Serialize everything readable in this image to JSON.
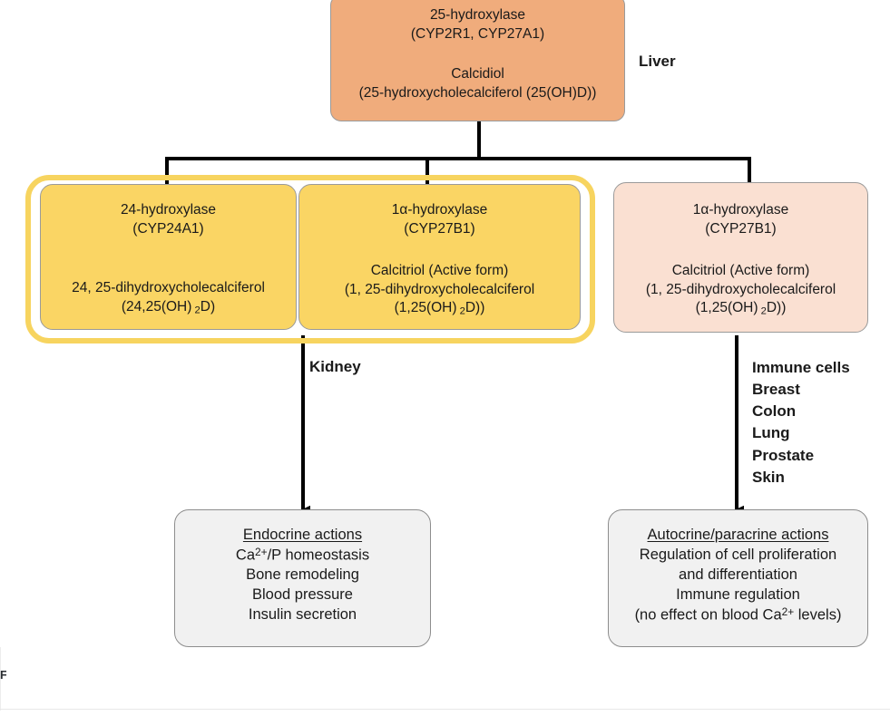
{
  "diagram": {
    "title_semantic": "vitamin-d-metabolism-pathway",
    "colors": {
      "liver_fill": "#F0AC7C",
      "kidney_frame": "#F7D45F",
      "kidney_fill": "#FAD564",
      "extrarenal_fill": "#FAE0D2",
      "action_fill": "#F1F1F1",
      "arrow": "#000000",
      "border": "#9a9a9a"
    }
  },
  "liver": {
    "label": "Liver",
    "enzyme": "25-hydroxylase",
    "enzyme_genes": "(CYP2R1, CYP27A1)",
    "product": "Calcidiol",
    "product_detail": "(25-hydroxycholecalciferol (25(OH)D))"
  },
  "kidney": {
    "label": "Kidney",
    "branch_24": {
      "enzyme": "24-hydroxylase",
      "enzyme_genes": "(CYP24A1)",
      "product": "24, 25-dihydroxycholecalciferol",
      "product_formula_pre": "(24,25(OH)",
      "product_formula_sub": "2",
      "product_formula_post": "D)"
    },
    "branch_1a": {
      "enzyme": "1α-hydroxylase",
      "enzyme_genes": "(CYP27B1)",
      "product": "Calcitriol (Active form)",
      "product_detail": "(1, 25-dihydroxycholecalciferol",
      "product_formula_pre": "(1,25(OH)",
      "product_formula_sub": "2",
      "product_formula_post": "D))"
    }
  },
  "extrarenal": {
    "enzyme": "1α-hydroxylase",
    "enzyme_genes": "(CYP27B1)",
    "product": "Calcitriol (Active form)",
    "product_detail": "(1, 25-dihydroxycholecalciferol",
    "product_formula_pre": "(1,25(OH)",
    "product_formula_sub": "2",
    "product_formula_post": "D))",
    "tissues": [
      "Immune cells",
      "Breast",
      "Colon",
      "Lung",
      "Prostate",
      "Skin"
    ]
  },
  "endocrine_actions": {
    "title": "Endocrine actions",
    "line1_pre": "Ca",
    "line1_sup": "2+",
    "line1_post": "/P homeostasis",
    "line2": "Bone remodeling",
    "line3": "Blood pressure",
    "line4": "Insulin secretion"
  },
  "autocrine_actions": {
    "title": "Autocrine/paracrine actions",
    "line1": "Regulation of cell proliferation",
    "line2": "and differentiation",
    "line3": "Immune regulation",
    "line4_pre": "(no effect on blood Ca",
    "line4_sup": "2+",
    "line4_post": " levels)"
  },
  "artifact": {
    "corner_glyph": "F"
  }
}
